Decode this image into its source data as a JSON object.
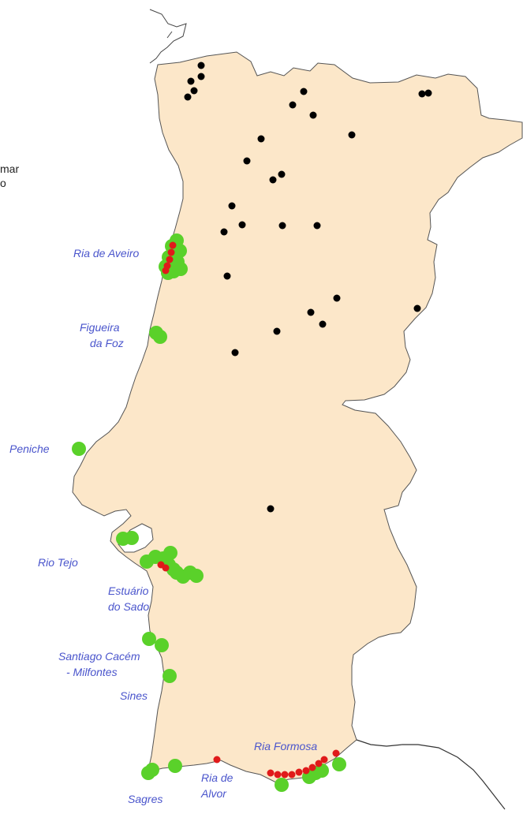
{
  "legend_fragments": [
    "mar",
    "o"
  ],
  "labels": {
    "ria_aveiro": "Ria de Aveiro",
    "figueira_1": "Figueira",
    "figueira_2": "da Foz",
    "peniche": "Peniche",
    "rio_tejo": "Rio Tejo",
    "sado_1": "Estuário",
    "sado_2": "do Sado",
    "santiago_1": "Santiago Cacém",
    "santiago_2": "- Milfontes",
    "sines": "Sines",
    "ria_formosa": "Ria Formosa",
    "alvor_1": "Ria de",
    "alvor_2": "Alvor",
    "sagres": "Sagres"
  },
  "colors": {
    "land": "#fce7c9",
    "border": "#555555",
    "label_text": "#4a55cc",
    "inland_dots": "#000000",
    "coastal_sites_green": "#5ad12a",
    "coastal_sites_red": "#e01a1a"
  }
}
